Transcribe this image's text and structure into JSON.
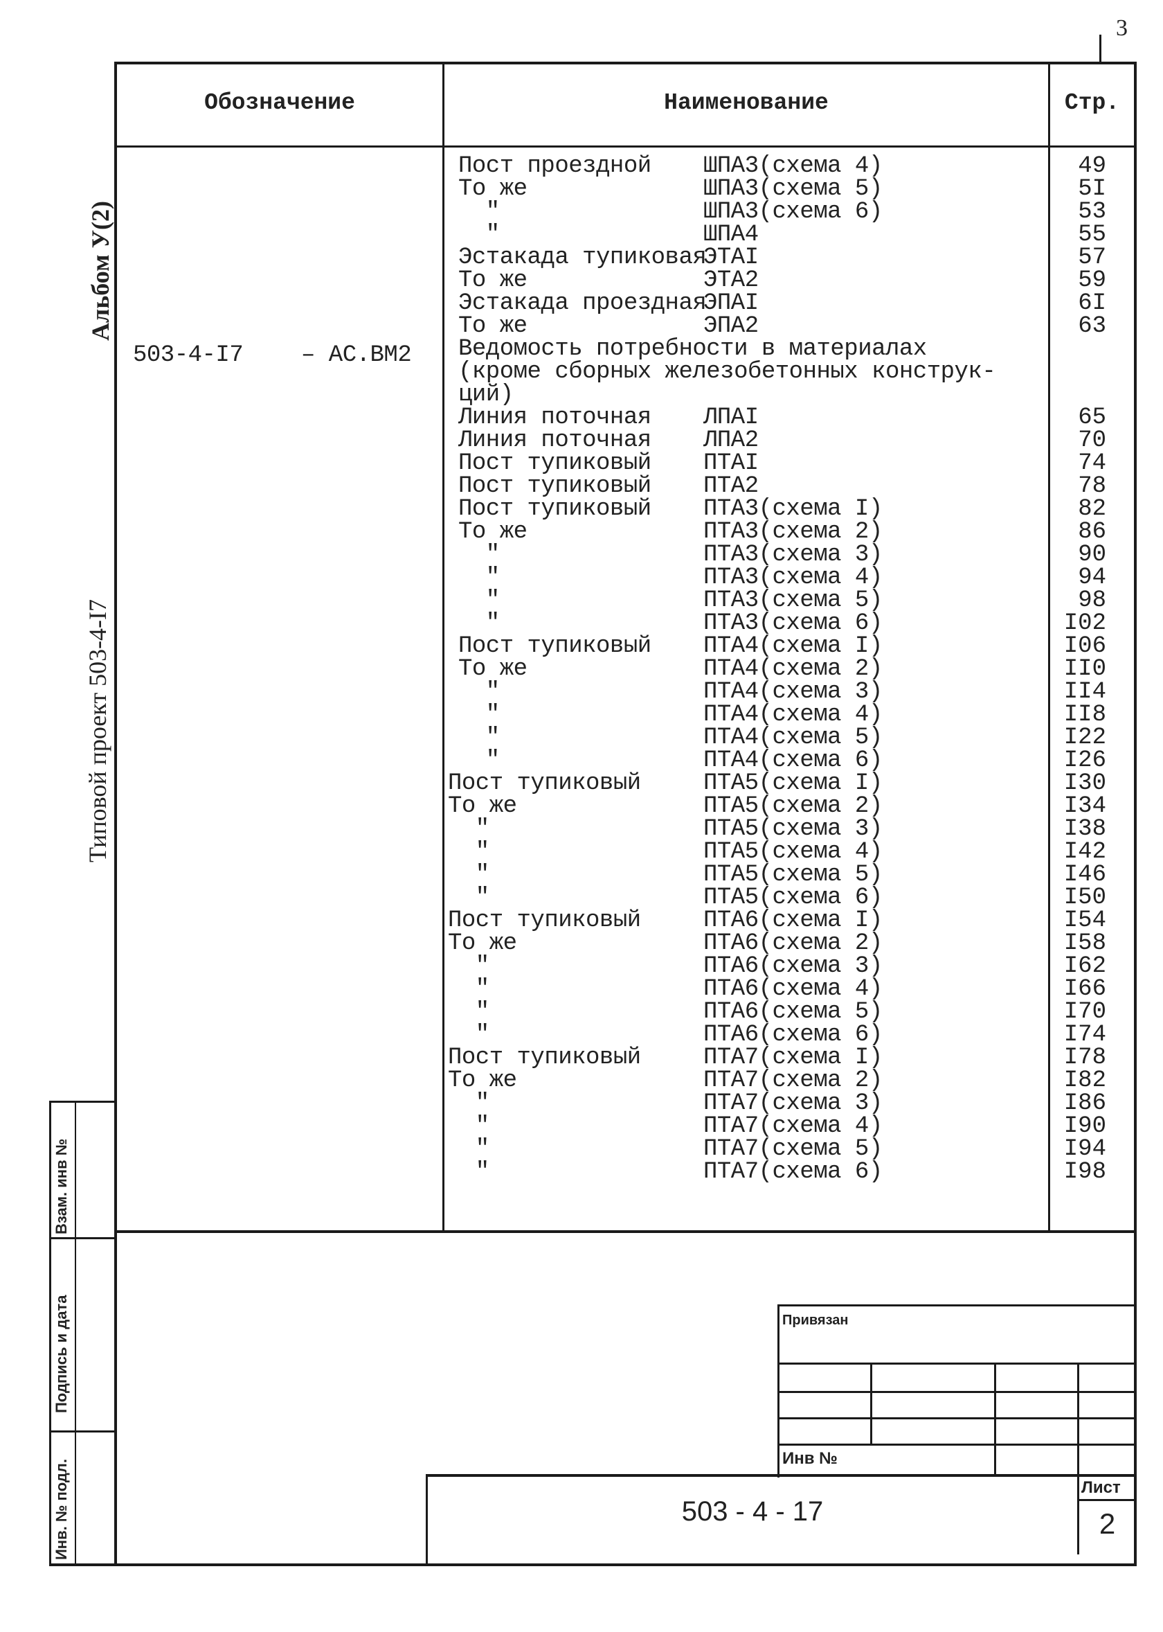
{
  "sheet_corner_number": "3",
  "side": {
    "album": "Альбом У(2)",
    "project": "Типовой проект 503-4-I7"
  },
  "stamps": {
    "vzam": "Взам. инв №",
    "podpis": "Подпись и дата",
    "inv_podl": "Инв. № подл."
  },
  "header": {
    "designation": "Обозначение",
    "name": "Наименование",
    "page": "Стр."
  },
  "designation": {
    "code": "503-4-I7",
    "suffix": "– АС.ВМ2"
  },
  "rows": [
    {
      "name": "Пост проездной",
      "mark": "ШПА3(схема 4)",
      "page": "49"
    },
    {
      "name": "То же",
      "mark": "ШПА3(схема 5)",
      "page": "5I"
    },
    {
      "name": "  \"",
      "mark": "ШПА3(схема 6)",
      "page": "53"
    },
    {
      "name": "  \"",
      "mark": "ШПА4",
      "page": "55"
    },
    {
      "name": "Эстакада тупиковая",
      "mark": "ЭТАI",
      "page": "57"
    },
    {
      "name": "То же",
      "mark": "ЭТА2",
      "page": "59"
    },
    {
      "name": "Эстакада проездная",
      "mark": "ЭПАI",
      "page": "6I"
    },
    {
      "name": "То же",
      "mark": "ЭПА2",
      "page": "63"
    },
    {
      "name": "Ведомость потребности в материалах",
      "mark": "",
      "page": ""
    },
    {
      "name": "(кроме сборных железобетонных конструк-",
      "mark": "",
      "page": ""
    },
    {
      "name": "ций)",
      "mark": "",
      "page": ""
    },
    {
      "name": "Линия поточная",
      "mark": "ЛПАI",
      "page": "65"
    },
    {
      "name": "Линия поточная",
      "mark": "ЛПА2",
      "page": "70"
    },
    {
      "name": "Пост тупиковый",
      "mark": "ПТАI",
      "page": "74"
    },
    {
      "name": "Пост тупиковый",
      "mark": "ПТА2",
      "page": "78"
    },
    {
      "name": "Пост тупиковый",
      "mark": "ПТА3(схема I)",
      "page": "82"
    },
    {
      "name": "То же",
      "mark": "ПТА3(схема 2)",
      "page": "86"
    },
    {
      "name": "  \"",
      "mark": "ПТА3(схема 3)",
      "page": "90"
    },
    {
      "name": "  \"",
      "mark": "ПТА3(схема 4)",
      "page": "94"
    },
    {
      "name": "  \"",
      "mark": "ПТА3(схема 5)",
      "page": "98"
    },
    {
      "name": "  \"",
      "mark": "ПТА3(схема 6)",
      "page": "I02"
    },
    {
      "name": "Пост тупиковый",
      "mark": "ПТА4(схема I)",
      "page": "I06"
    },
    {
      "name": "То же",
      "mark": "ПТА4(схема 2)",
      "page": "II0"
    },
    {
      "name": "  \"",
      "mark": "ПТА4(схема 3)",
      "page": "II4"
    },
    {
      "name": "  \"",
      "mark": "ПТА4(схема 4)",
      "page": "II8"
    },
    {
      "name": "  \"",
      "mark": "ПТА4(схема 5)",
      "page": "I22"
    },
    {
      "name": "  \"",
      "mark": "ПТА4(схема 6)",
      "page": "I26"
    },
    {
      "name": "Пост тупиковый",
      "mark": "ПТА5(схема I)",
      "page": "I30"
    },
    {
      "name": "То же",
      "mark": "ПТА5(схема 2)",
      "page": "I34"
    },
    {
      "name": "  \"",
      "mark": "ПТА5(схема 3)",
      "page": "I38"
    },
    {
      "name": "  \"",
      "mark": "ПТА5(схема 4)",
      "page": "I42"
    },
    {
      "name": "  \"",
      "mark": "ПТА5(схема 5)",
      "page": "I46"
    },
    {
      "name": "  \"",
      "mark": "ПТА5(схема 6)",
      "page": "I50"
    },
    {
      "name": "Пост тупиковый",
      "mark": "ПТА6(схема I)",
      "page": "I54"
    },
    {
      "name": "То же",
      "mark": "ПТА6(схема 2)",
      "page": "I58"
    },
    {
      "name": "  \"",
      "mark": "ПТА6(схема 3)",
      "page": "I62"
    },
    {
      "name": "  \"",
      "mark": "ПТА6(схема 4)",
      "page": "I66"
    },
    {
      "name": "  \"",
      "mark": "ПТА6(схема 5)",
      "page": "I70"
    },
    {
      "name": "  \"",
      "mark": "ПТА6(схема 6)",
      "page": "I74"
    },
    {
      "name": "Пост тупиковый",
      "mark": "ПТА7(схема I)",
      "page": "I78"
    },
    {
      "name": "То же",
      "mark": "ПТА7(схема 2)",
      "page": "I82"
    },
    {
      "name": "  \"",
      "mark": "ПТА7(схема 3)",
      "page": "I86"
    },
    {
      "name": "  \"",
      "mark": "ПТА7(схема 4)",
      "page": "I90"
    },
    {
      "name": "  \"",
      "mark": "ПТА7(схема 5)",
      "page": "I94"
    },
    {
      "name": "  \"",
      "mark": "ПТА7(схема 6)",
      "page": "I98"
    }
  ],
  "title_block": {
    "privyazan": "Привязан",
    "inv_no": "Инв №",
    "doc_code": "503 - 4 - 17",
    "list_label": "Лист",
    "list_number": "2"
  }
}
